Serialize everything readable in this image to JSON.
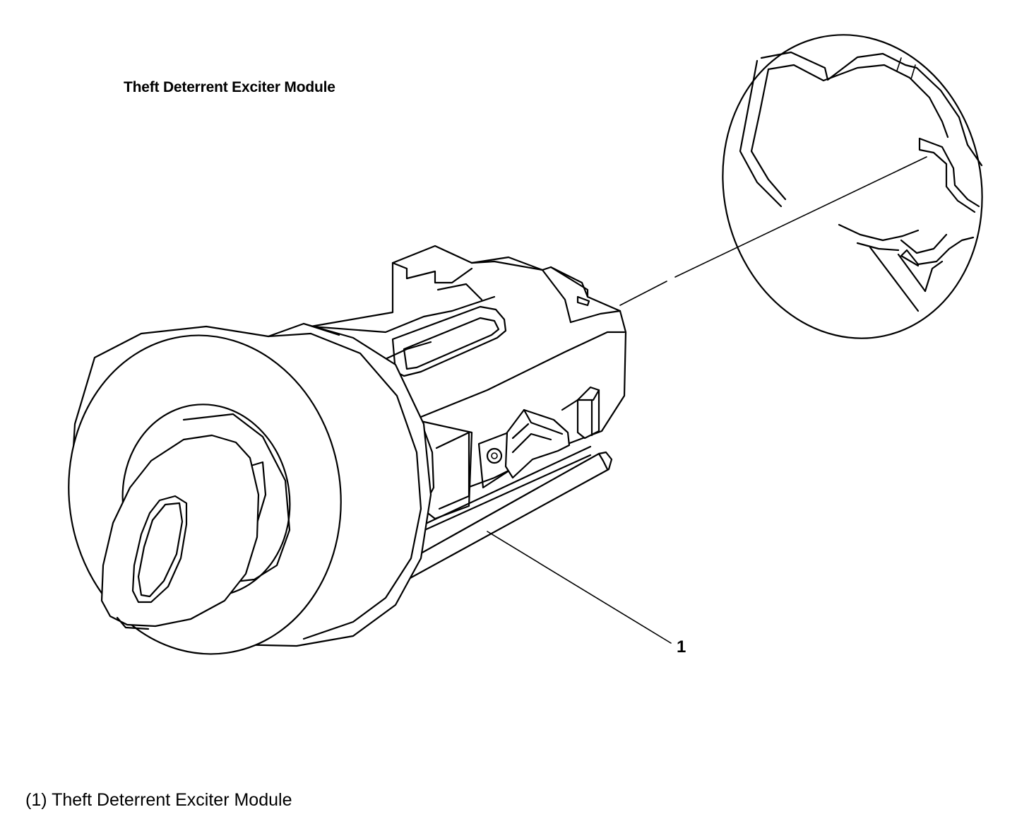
{
  "figure": {
    "title": "Theft Deterrent Exciter Module",
    "callout": "1"
  },
  "legend": {
    "items": [
      {
        "number": "(1)",
        "label": "Theft Deterrent Exciter Module"
      }
    ]
  },
  "colors": {
    "line": "#000000",
    "background": "#ffffff"
  }
}
